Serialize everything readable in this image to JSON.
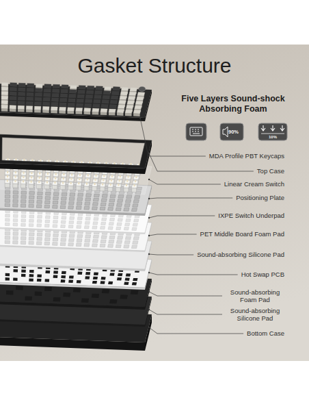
{
  "diagram": {
    "title": "Gasket Structure",
    "labels": [
      "Five Layers Sound-shock Absorbing Foam",
      "90%",
      "10%",
      "MDA Profile PBT Keycaps",
      "Top Case",
      "Linear Cream Switch",
      "Positioning Plate",
      "IXPE Switch Underpad",
      "PET Middle Board Foam Pad",
      "Sound-absorbing Silicone Pad",
      "Hot Swap PCB",
      "Sound-absorbing Foam Pad",
      "Sound-absorbing Silicone Pad",
      "Bottom Case"
    ]
  }
}
